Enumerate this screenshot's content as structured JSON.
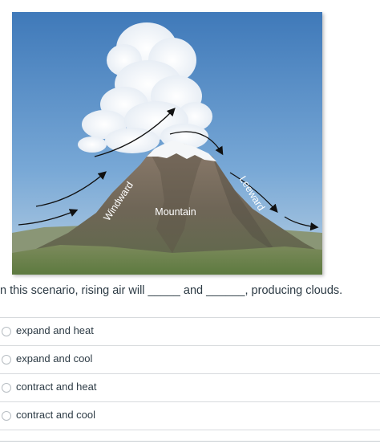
{
  "figure": {
    "labels": {
      "windward": "Windward",
      "mountain": "Mountain",
      "leeward": "Leeward"
    }
  },
  "question": {
    "text": "n this scenario, rising air will _____ and ______, producing clouds."
  },
  "answers": [
    {
      "label": "expand and heat",
      "selected": false
    },
    {
      "label": "expand and cool",
      "selected": false
    },
    {
      "label": "contract and heat",
      "selected": false
    },
    {
      "label": "contract and cool",
      "selected": false
    }
  ]
}
